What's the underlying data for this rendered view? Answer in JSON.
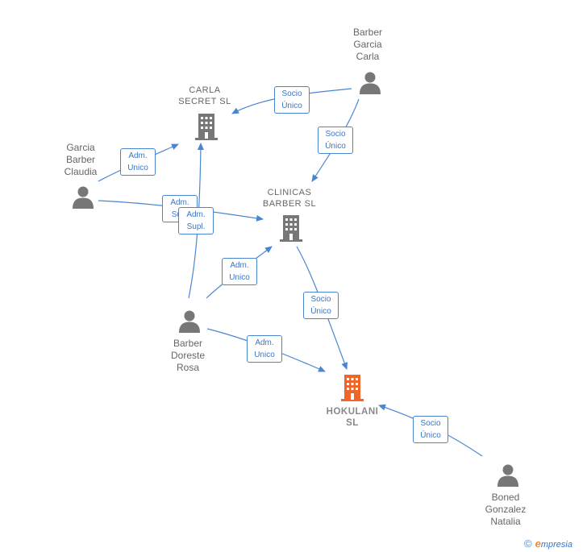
{
  "nodes": {
    "barber_garcia_carla": {
      "label": "Barber\nGarcia\nCarla",
      "type": "person"
    },
    "carla_secret": {
      "label": "CARLA\nSECRET  SL",
      "type": "company"
    },
    "garcia_barber_claudia": {
      "label": "Garcia\nBarber\nClaudia",
      "type": "person"
    },
    "clinicas_barber": {
      "label": "CLINICAS\nBARBER  SL",
      "type": "company"
    },
    "barber_doreste_rosa": {
      "label": "Barber\nDoreste\nRosa",
      "type": "person"
    },
    "hokulani": {
      "label": "HOKULANI\nSL",
      "type": "company-focus"
    },
    "boned_gonzalez_natalia": {
      "label": "Boned\nGonzalez\nNatalia",
      "type": "person"
    }
  },
  "edges": [
    {
      "from": "barber_garcia_carla",
      "to": "carla_secret",
      "label": "Socio\nÚnico"
    },
    {
      "from": "barber_garcia_carla",
      "to": "clinicas_barber",
      "label": "Socio\nÚnico"
    },
    {
      "from": "garcia_barber_claudia",
      "to": "carla_secret",
      "label": "Adm.\nUnico"
    },
    {
      "from": "garcia_barber_claudia",
      "to": "clinicas_barber",
      "label": "Adm.\nSup."
    },
    {
      "from": "barber_doreste_rosa",
      "to": "carla_secret",
      "label": "Adm.\nSupl."
    },
    {
      "from": "barber_doreste_rosa",
      "to": "clinicas_barber",
      "label": "Adm.\nUnico"
    },
    {
      "from": "barber_doreste_rosa",
      "to": "hokulani",
      "label": "Adm.\nUnico"
    },
    {
      "from": "clinicas_barber",
      "to": "hokulani",
      "label": "Socio\nÚnico"
    },
    {
      "from": "boned_gonzalez_natalia",
      "to": "hokulani",
      "label": "Socio\nÚnico"
    }
  ],
  "colors": {
    "edge": "#4a86d0",
    "edge_label_text": "#3a76c8",
    "person_icon": "#777777",
    "company_icon": "#777777",
    "focus_company_icon": "#f0652a"
  },
  "icons": {
    "person": "person-icon",
    "company": "building-icon",
    "brand": "copyright-icon"
  },
  "brand": {
    "copyright": "©",
    "e": "e",
    "rest": "mpresia"
  }
}
